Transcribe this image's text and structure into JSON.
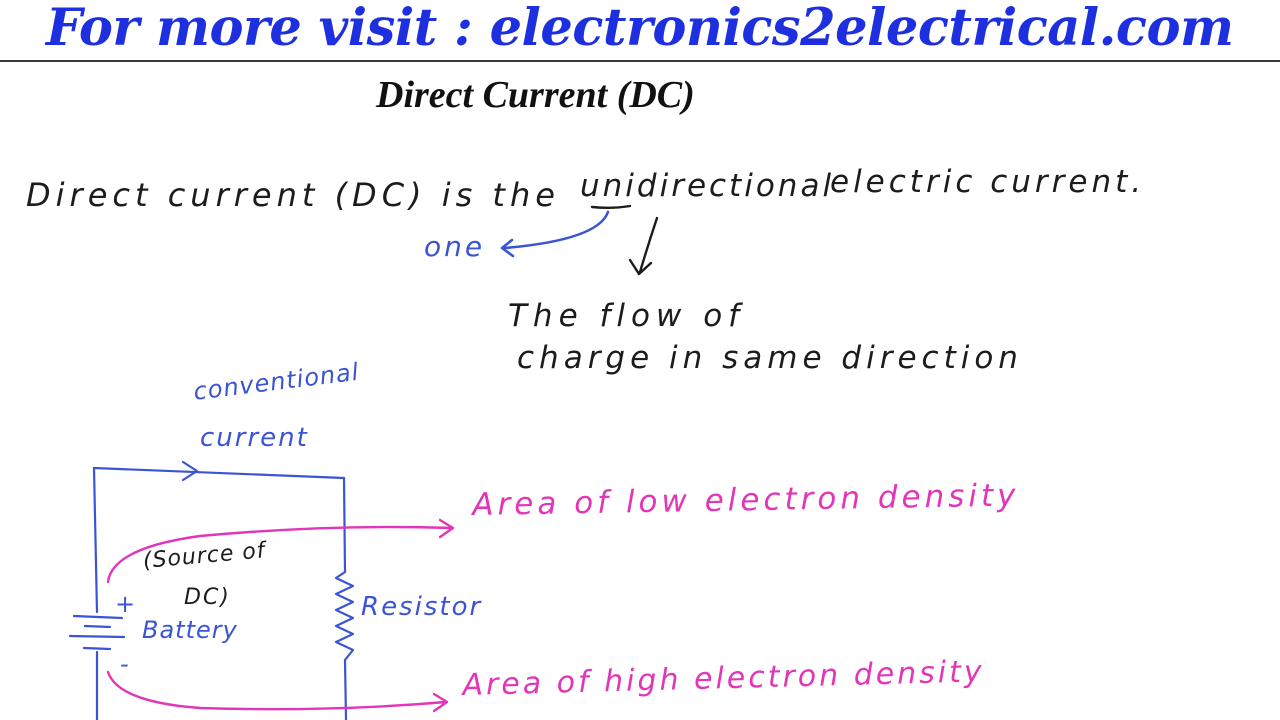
{
  "banner": {
    "text": "For more visit : electronics2electrical.com",
    "color": "#1e2fe0"
  },
  "title": "Direct Current (DC)",
  "definition": {
    "sentence_part1": "Direct current (DC) is the",
    "sentence_keyword": "unidirectional",
    "sentence_part2": "electric current.",
    "uni_meaning": "one",
    "explanation_line1": "The flow of",
    "explanation_line2": "charge in same direction"
  },
  "circuit": {
    "conventional_line1": "conventional",
    "conventional_line2": "current",
    "source_line1": "(Source of",
    "source_line2": "DC)",
    "battery_label": "Battery",
    "plus_sign": "+",
    "minus_sign": "-",
    "resistor_label": "Resistor",
    "low_density_label": "Area of low electron density",
    "high_density_label": "Area of high electron density"
  },
  "colors": {
    "ink": "#1c1c1c",
    "blue": "#3a54d6",
    "pink": "#e235b8"
  }
}
